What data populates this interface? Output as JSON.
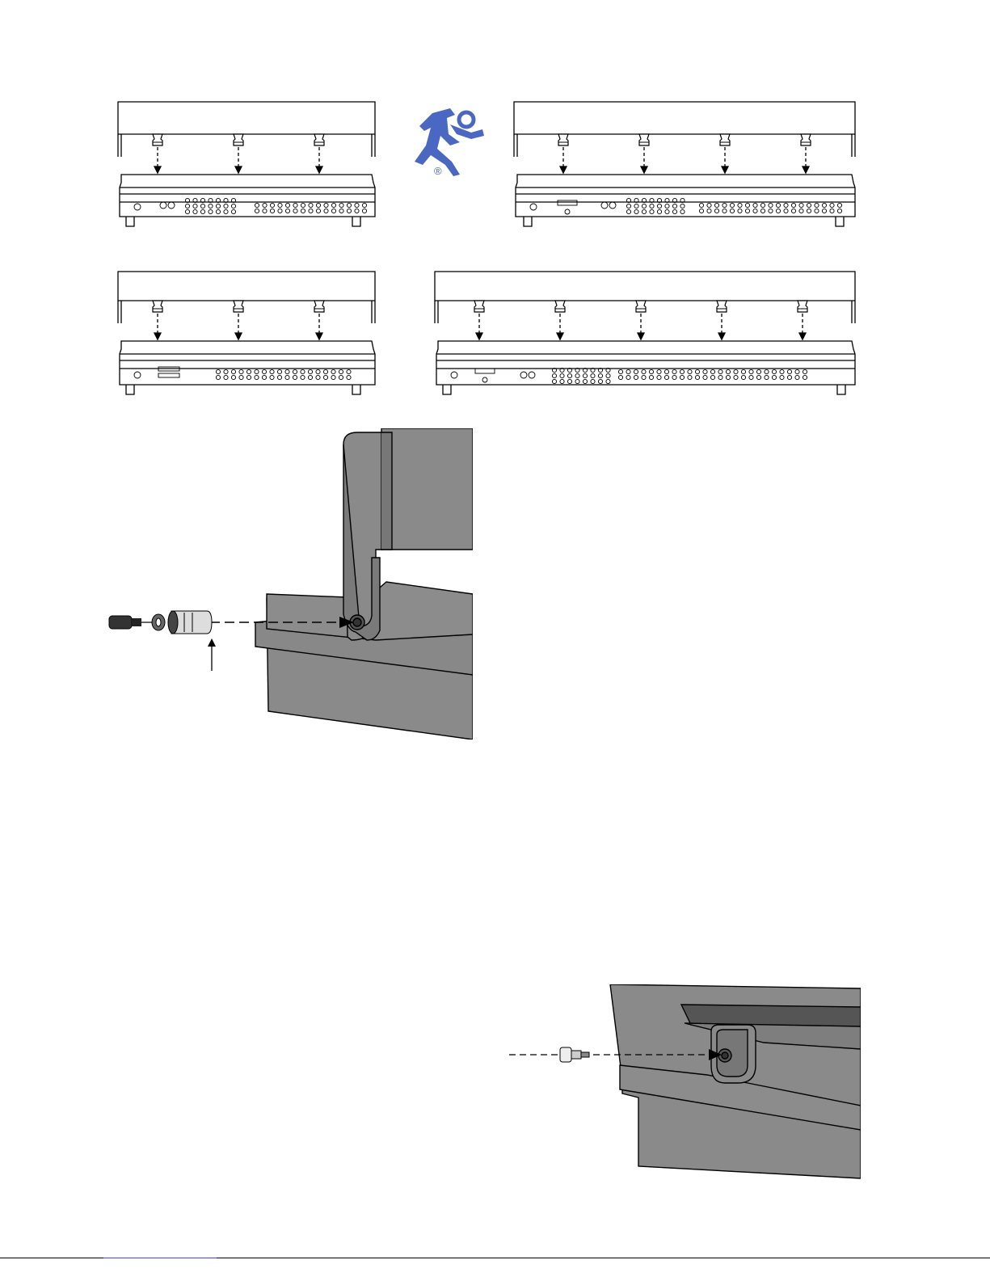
{
  "logo": {
    "mark": "®",
    "color": "#4a68c1",
    "icon": "running-man-logo"
  },
  "colors": {
    "line": "#000000",
    "console_shade": "#8a8a8a",
    "console_dark": "#5f5f5f",
    "link_rule": "#3b4db6"
  },
  "figures": [
    {
      "name": "console-small-a",
      "clips": 3
    },
    {
      "name": "console-large-a",
      "clips": 4
    },
    {
      "name": "console-small-b",
      "clips": 3
    },
    {
      "name": "console-large-b",
      "clips": 5
    }
  ]
}
